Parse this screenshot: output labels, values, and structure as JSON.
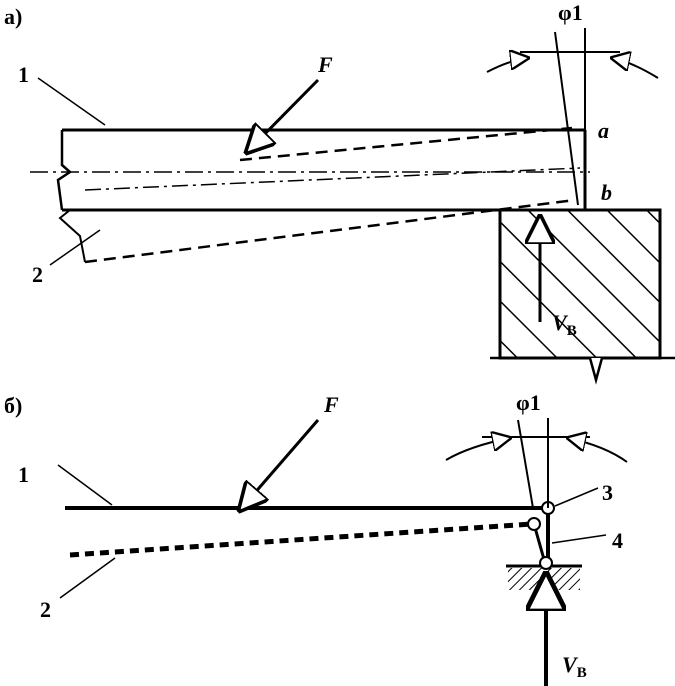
{
  "panel_a": {
    "tag": "а)",
    "beam_label": "1",
    "deflected_label": "2",
    "force": "F",
    "angle": "φ1",
    "point_a": "a",
    "point_b": "b",
    "reaction": "V",
    "reaction_sub": "B"
  },
  "panel_b": {
    "tag": "б)",
    "beam_label": "1",
    "deflected_label": "2",
    "force": "F",
    "angle": "φ1",
    "hinge_label": "3",
    "link_label": "4",
    "reaction": "V",
    "reaction_sub": "B"
  },
  "colors": {
    "ink": "#000000",
    "background": "#ffffff"
  }
}
